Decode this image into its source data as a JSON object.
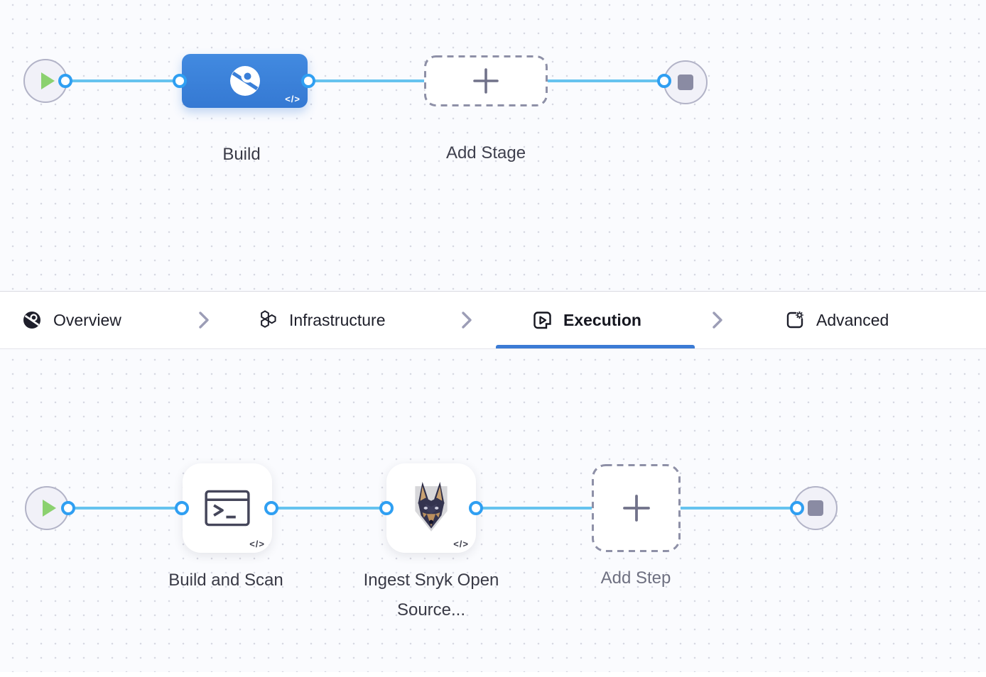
{
  "pipeline_top": {
    "stages": [
      {
        "label": "Build",
        "icon": "ci-build-icon"
      }
    ],
    "add_stage_label": "Add Stage"
  },
  "tab_bar": {
    "tabs": [
      {
        "label": "Overview",
        "icon": "ci-build-icon",
        "active": false
      },
      {
        "label": "Infrastructure",
        "icon": "hexagons-icon",
        "active": false
      },
      {
        "label": "Execution",
        "icon": "play-box-icon",
        "active": true
      },
      {
        "label": "Advanced",
        "icon": "gear-box-icon",
        "active": false
      }
    ]
  },
  "pipeline_bottom": {
    "steps": [
      {
        "label": "Build and Scan",
        "icon": "terminal-icon"
      },
      {
        "label": "Ingest Snyk Open Source...",
        "icon": "snyk-doberman-icon"
      }
    ],
    "add_step_label": "Add Step"
  },
  "badges": {
    "code": "</>"
  },
  "colors": {
    "stage_blue": "#3d86db",
    "connector_line": "#66c3ef",
    "connector_ring": "#2f9ff2",
    "active_tab_underline": "#3b7bd5",
    "start_green": "#8bd16f",
    "end_square_gray": "#8a8ba3"
  }
}
